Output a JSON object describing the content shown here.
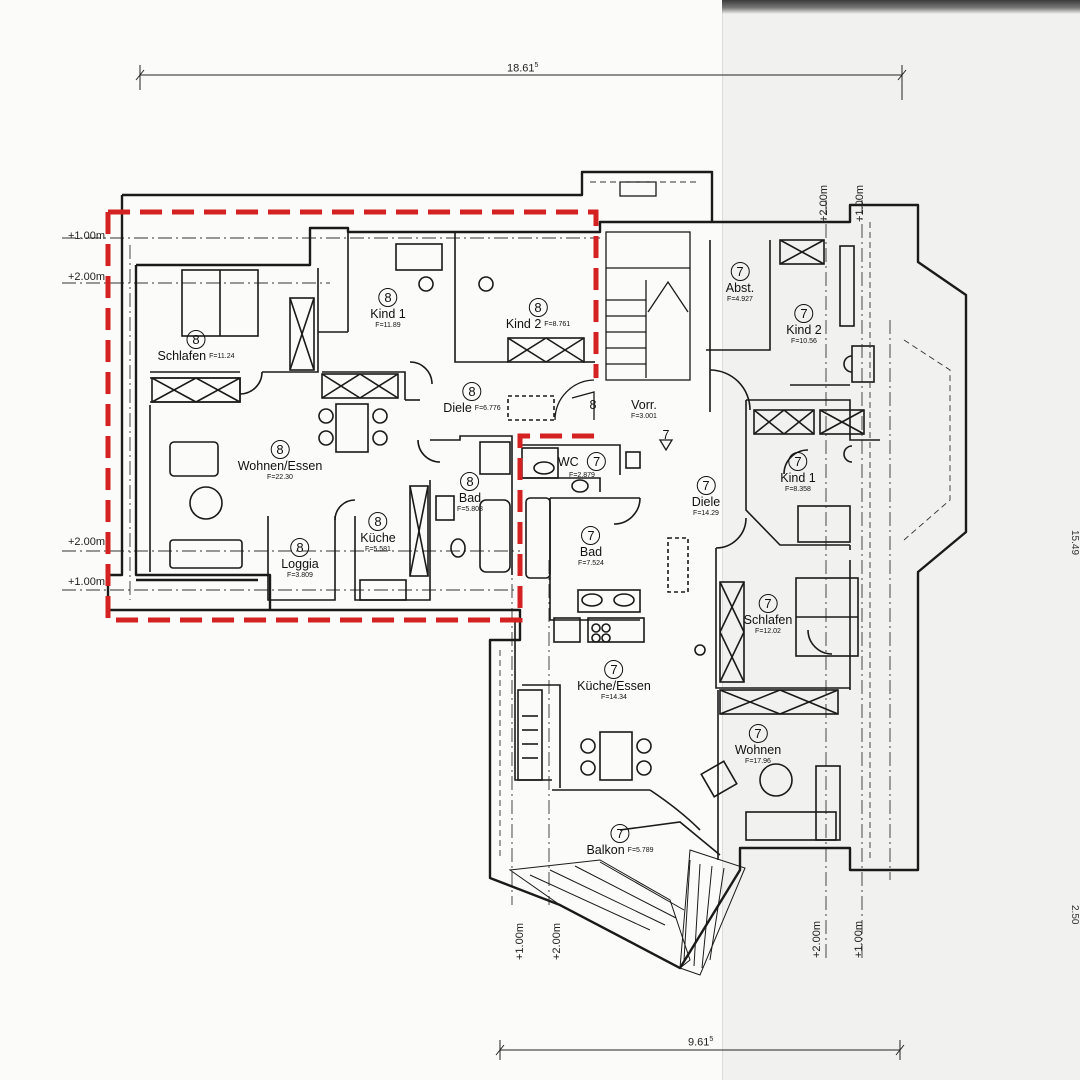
{
  "dimensions": {
    "top": {
      "value": "18.61",
      "suffix": "5"
    },
    "bottom": {
      "value": "9.61",
      "suffix": "5"
    },
    "right_top": "15.49",
    "right_bottom": "2.50"
  },
  "level_markers": {
    "left_1": "+1.00m",
    "left_2": "+2.00m",
    "left_3": "+2.00m",
    "left_4": "+1.00m",
    "top_right_1": "+2.00m",
    "top_right_2": "+1.00m",
    "bottom_1": "+1.00m",
    "bottom_2": "+2.00m",
    "bottom_right_1": "+2.00m",
    "bottom_right_2": "+1.00m"
  },
  "rooms": {
    "schlafen_8": {
      "unit": "8",
      "name": "Schlafen",
      "area": "F=11.24"
    },
    "kind1_8": {
      "unit": "8",
      "name": "Kind 1",
      "area": "F=11.89"
    },
    "kind2_8": {
      "unit": "8",
      "name": "Kind 2",
      "area": "F=8.761"
    },
    "diele_8": {
      "unit": "8",
      "name": "Diele",
      "area": "F=6.776"
    },
    "wohnen_8": {
      "unit": "8",
      "name": "Wohnen/Essen",
      "area": "F=22.30"
    },
    "bad_8": {
      "unit": "8",
      "name": "Bad",
      "area": "F=5.808"
    },
    "kueche_8": {
      "unit": "8",
      "name": "Küche",
      "area": "F=5.581"
    },
    "loggia_8": {
      "unit": "8",
      "name": "Loggia",
      "area": "F=3.809"
    },
    "vorr": {
      "unit": "",
      "name": "Vorr.",
      "area": "F=3.001"
    },
    "wc_7": {
      "unit": "7",
      "name": "WC",
      "area": "F=2.879"
    },
    "bad_7": {
      "unit": "7",
      "name": "Bad",
      "area": "F=7.524"
    },
    "diele_7": {
      "unit": "7",
      "name": "Diele",
      "area": "F=14.29"
    },
    "abst_7": {
      "unit": "7",
      "name": "Abst.",
      "area": "F=4.927"
    },
    "kind2_7": {
      "unit": "7",
      "name": "Kind 2",
      "area": "F=10.56"
    },
    "kind1_7": {
      "unit": "7",
      "name": "Kind 1",
      "area": "F=8.358"
    },
    "schlafen_7": {
      "unit": "7",
      "name": "Schlafen",
      "area": "F=12.02"
    },
    "kueche_7": {
      "unit": "7",
      "name": "Küche/Essen",
      "area": "F=14.34"
    },
    "wohnen_7": {
      "unit": "7",
      "name": "Wohnen",
      "area": "F=17.96"
    },
    "balkon_7": {
      "unit": "7",
      "name": "Balkon",
      "area": "F=5.789"
    }
  },
  "stair_marks": {
    "s8": "8",
    "s7": "7"
  },
  "highlight_color": "#d42121",
  "line_color": "#1a1a1a"
}
